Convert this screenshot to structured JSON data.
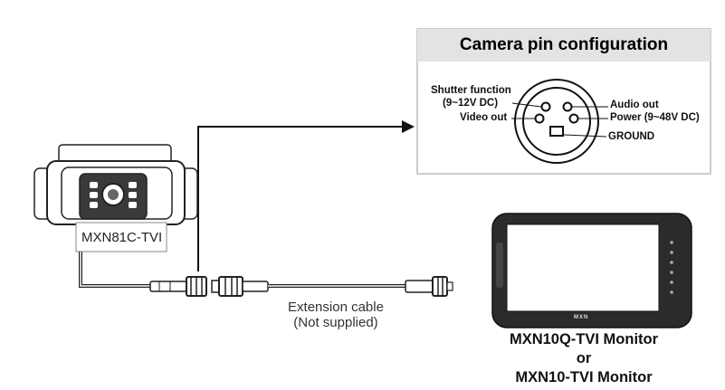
{
  "pin_config": {
    "title": "Camera pin configuration",
    "labels": {
      "shutter_function": "Shutter function",
      "shutter_voltage": "(9~12V DC)",
      "video_out": "Video out",
      "audio_out": "Audio out",
      "power": "Power (9~48V DC)",
      "ground": "GROUND"
    }
  },
  "camera": {
    "model_label": "MXN81C-TVI"
  },
  "cable": {
    "line1": "Extension cable",
    "line2": "(Not supplied)"
  },
  "monitor": {
    "brand": "MXN",
    "line1": "MXN10Q-TVI Monitor",
    "line2": "or",
    "line3": "MXN10-TVI Monitor"
  },
  "colors": {
    "stroke": "#1a1a1a",
    "panel_bg": "#e3e3e3",
    "device": "#2b2b2b"
  }
}
